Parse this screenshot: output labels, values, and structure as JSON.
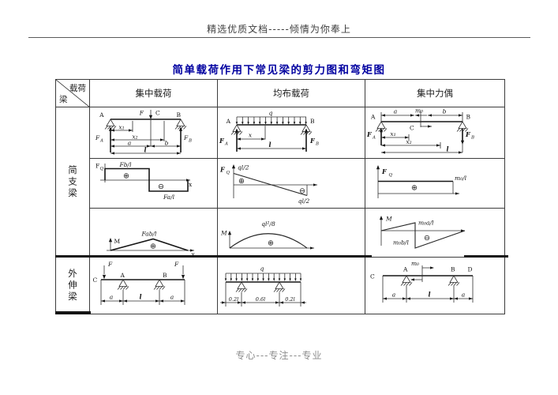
{
  "page": {
    "header": "精选优质文档-----倾情为你奉上",
    "title": "简单载荷作用下常见梁的剪力图和弯矩图",
    "footer": "专心---专注---专业"
  },
  "table": {
    "corner_top": "载荷",
    "corner_bottom": "梁",
    "col_headers": [
      "集中载荷",
      "均布载荷",
      "集中力偶"
    ],
    "row_labels": [
      "简支梁",
      "外伸梁"
    ]
  },
  "sym": {
    "F": "F",
    "A": "A",
    "B": "B",
    "C": "C",
    "D": "D",
    "Q": "Q",
    "q": "q",
    "x": "x",
    "a": "a",
    "b": "b",
    "l": "l",
    "M": "M",
    "x1": "x₁",
    "x2": "x₂",
    "m0": "m₀",
    "plus": "⊕",
    "minus": "⊖",
    "Fb_l": "Fb/l",
    "Fa_l": "Fa/l",
    "Fab_l": "Fab/l",
    "ql_2": "ql/2",
    "ql2_8": "ql²/8",
    "m0_l": "m₀/l",
    "m0a_l": "m₀a/l",
    "m0b_l": "m₀b/l",
    "p02l": "0.2l",
    "p06l": "0.6l"
  },
  "colors": {
    "title": "#0000a0",
    "ink": "#141414",
    "muted": "#8c8c8c"
  }
}
